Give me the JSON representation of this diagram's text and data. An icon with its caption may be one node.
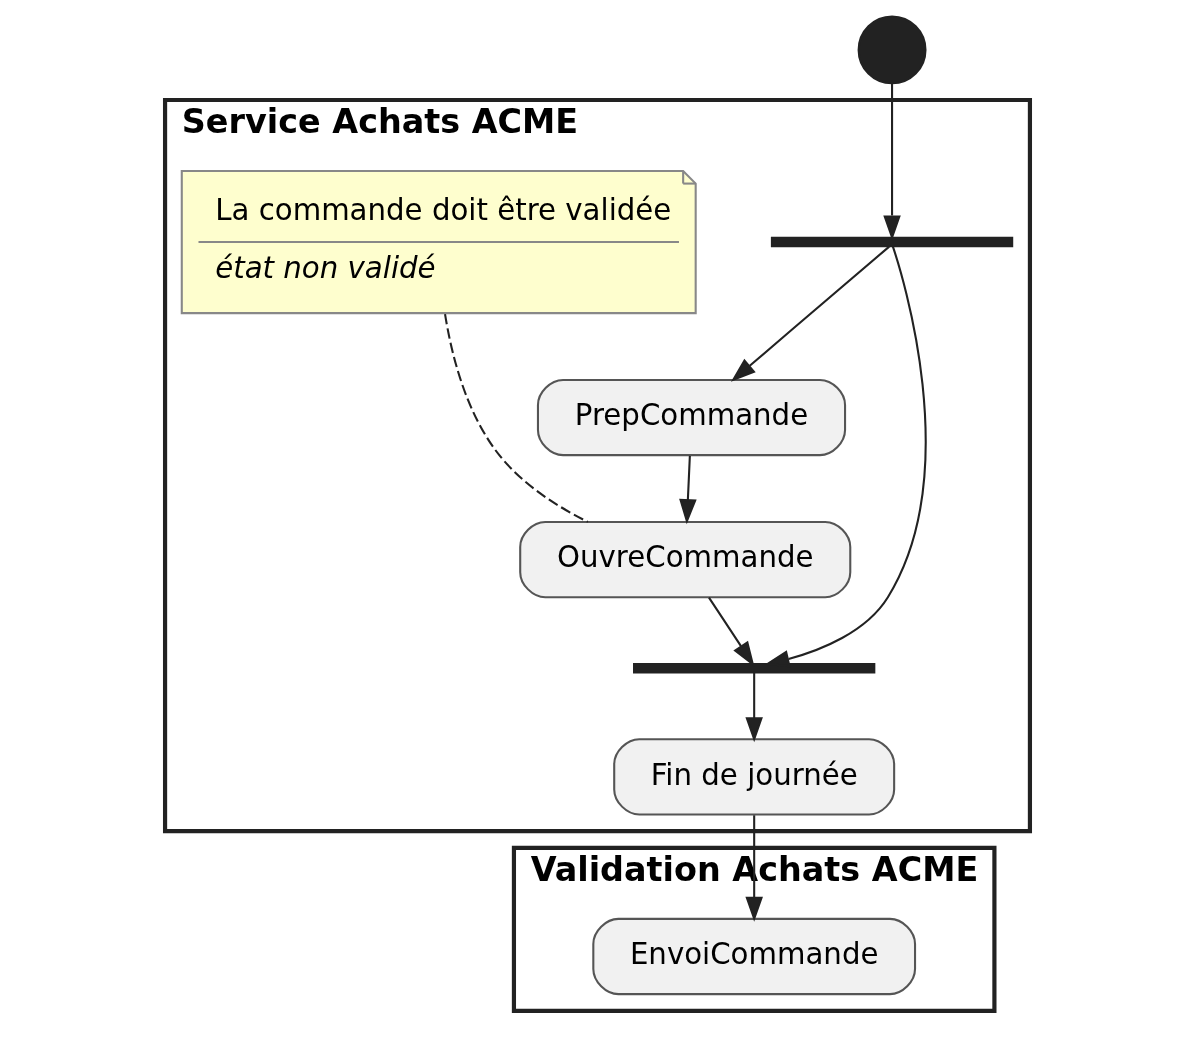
{
  "diagram": {
    "nodes": [
      {
        "text": [],
        "shape": "circle"
      },
      {
        "text": [
          "Service Achats ACME"
        ]
      },
      {
        "text": [],
        "shape": "bar",
        "in": 1
      },
      {
        "text": [
          "PrepCommande"
        ],
        "in": 1
      },
      {
        "text": [
          "OuvreCommande"
        ],
        "in": 1
      },
      {
        "text": [
          "La commande doit être validée",
          "état non validé"
        ],
        "in": 1
      },
      {
        "text": [],
        "shape": "bar",
        "in": 1
      },
      {
        "text": [
          "Fin de journée"
        ],
        "in": 1
      },
      {
        "text": [
          "Validation Achats ACME"
        ]
      },
      {
        "text": [
          "EnvoiCommande"
        ],
        "in": 8
      }
    ],
    "edges": [
      {
        "from": 0,
        "to": 2,
        "arrow": "to"
      },
      {
        "from": 2,
        "to": 3,
        "arrow": "to"
      },
      {
        "from": 3,
        "to": 4,
        "arrow": "to"
      },
      {
        "from": 4,
        "to": 6,
        "arrow": "to"
      },
      {
        "from": 2,
        "to": 6,
        "arrow": "to"
      },
      {
        "from": 6,
        "to": 7,
        "arrow": "to"
      },
      {
        "from": 7,
        "to": 9,
        "arrow": "to"
      },
      {
        "from": 5,
        "to": 4,
        "arrow": "none",
        "style": "dashed"
      }
    ]
  }
}
